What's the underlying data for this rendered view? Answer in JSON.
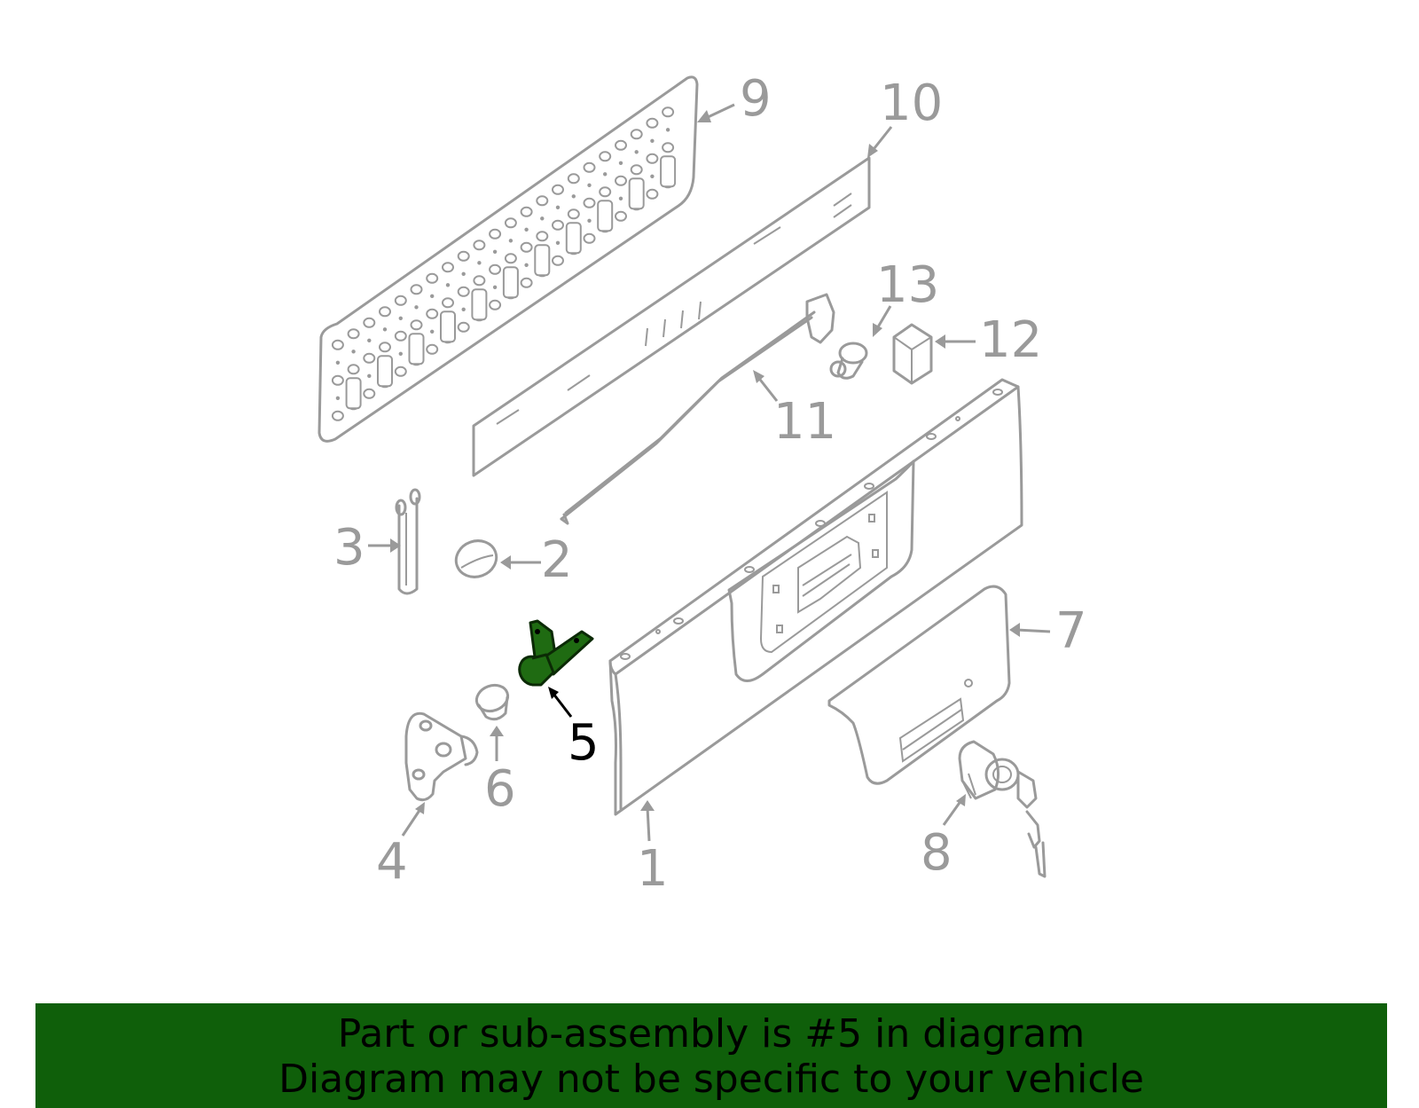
{
  "colors": {
    "part_stroke": "#9a9a9a",
    "highlight_fill": "#1f6b12",
    "banner_bg": "#0f5f0a",
    "banner_text": "#000000"
  },
  "highlighted_part": "5",
  "callouts": [
    "1",
    "2",
    "3",
    "4",
    "5",
    "6",
    "7",
    "8",
    "9",
    "10",
    "11",
    "12",
    "13"
  ],
  "banner": {
    "line1": "Part or sub-assembly is #5 in diagram",
    "line2": "Diagram may not be specific to your vehicle"
  }
}
